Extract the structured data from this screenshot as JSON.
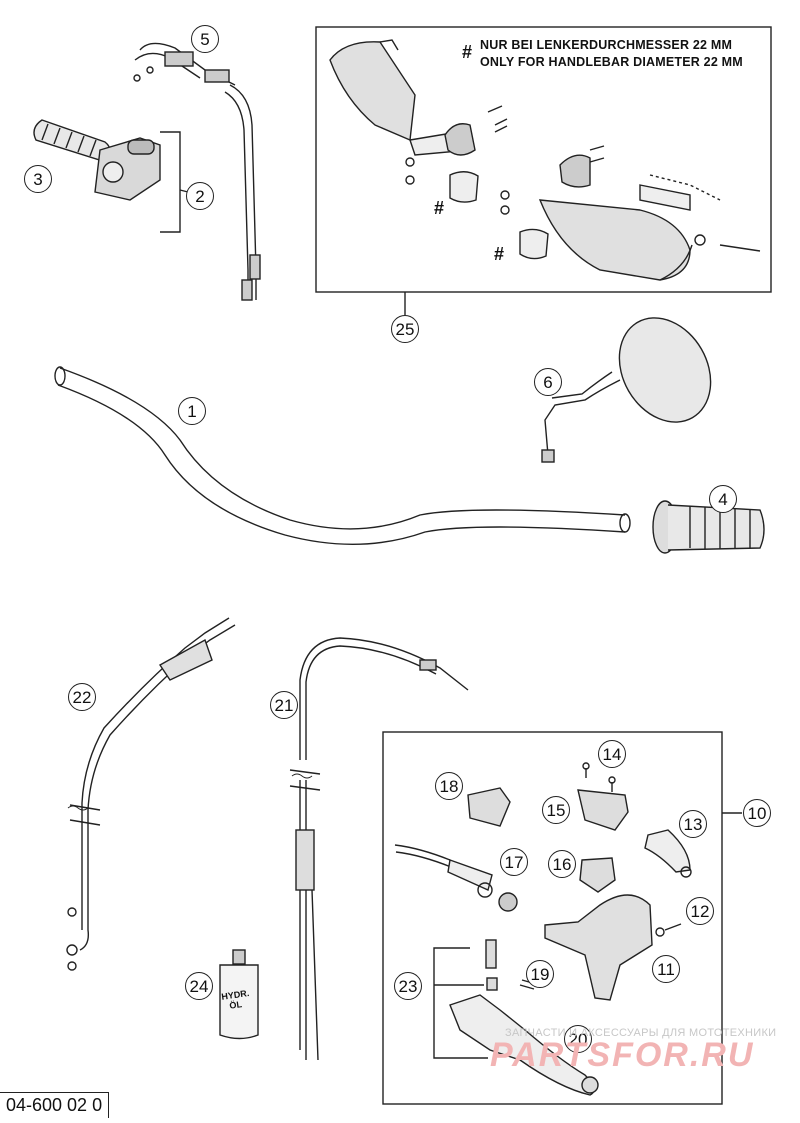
{
  "diagram": {
    "code": "04-600 02 0",
    "note_de": "NUR BEI LENKERDURCHMESSER 22 MM",
    "note_en": "ONLY FOR HANDLEBAR DIAMETER 22 MM",
    "hash_symbol": "#",
    "oil_label": "HYDR. ÖL",
    "watermark_text": "ЗАПЧАСТИ И АКСЕССУАРЫ ДЛЯ МОТОТЕХНИКИ",
    "watermark_logo": "PARTSFOR.RU",
    "callouts": [
      "1",
      "2",
      "3",
      "4",
      "5",
      "6",
      "10",
      "11",
      "12",
      "13",
      "14",
      "15",
      "16",
      "17",
      "18",
      "19",
      "20",
      "21",
      "22",
      "23",
      "24",
      "25"
    ]
  }
}
